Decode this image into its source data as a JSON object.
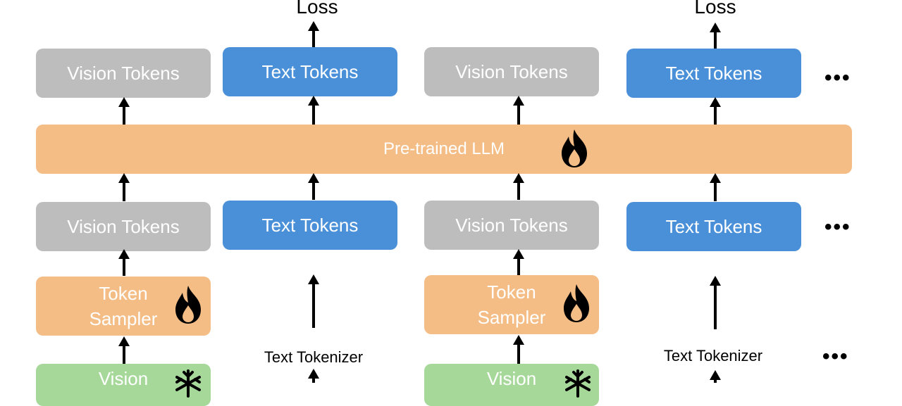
{
  "labels": {
    "loss": "Loss",
    "vision_tokens": "Vision Tokens",
    "text_tokens": "Text Tokens",
    "llm": "Pre-trained LLM",
    "token_sampler_line1": "Token",
    "token_sampler_line2": "Sampler",
    "text_tokenizer": "Text Tokenizer",
    "vision": "Vision",
    "ellipsis": "•••"
  },
  "icons": {
    "trainable": "flame-icon",
    "frozen": "snowflake-icon"
  },
  "colors": {
    "vision_tokens": "#bdbdbd",
    "text_tokens": "#4a90d9",
    "trainable_module": "#f4bd86",
    "frozen_module": "#a6d89a"
  }
}
